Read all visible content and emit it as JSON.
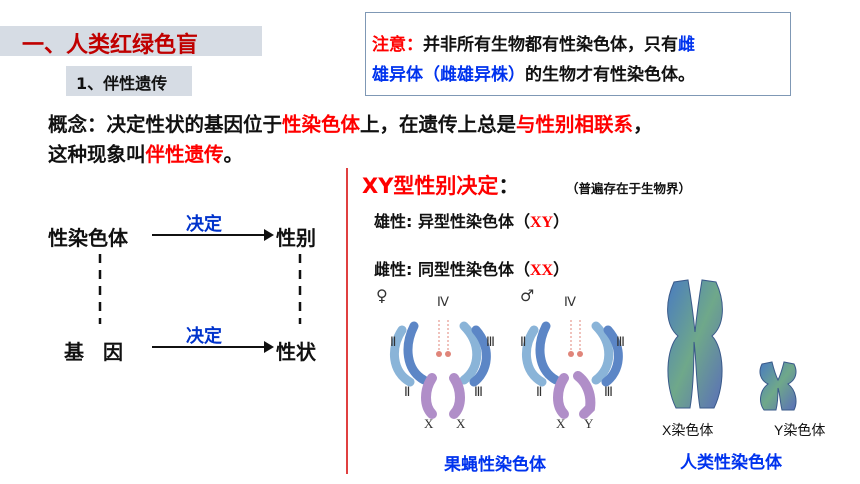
{
  "header": {
    "title": "一、人类红绿色盲",
    "subtitle": "1、伴性遗传"
  },
  "note": {
    "lead": "注意：",
    "text1": "并非所有生物都有性染色体，只有",
    "blue1": "雌",
    "blue2": "雄异体（雌雄异株）",
    "text2": "的生物才有性染色体。"
  },
  "concept": {
    "part1": "概念：决定性状的基因位于",
    "red1": "性染色体",
    "part2": "上，在遗传上总是",
    "red2": "与性别相联系",
    "part3": "，",
    "part4": "这种现象叫",
    "red3": "伴性遗传",
    "part5": "。"
  },
  "diagram": {
    "top_left": "性染色体",
    "top_right": "性别",
    "top_arrow": "决定",
    "bottom_left": "基  因",
    "bottom_right": "性状",
    "bottom_arrow": "决定"
  },
  "xy": {
    "title": "XY型性别决定",
    "colon": "：",
    "note": "（普遍存在于生物界）",
    "male_label": "雄性: 异型性染色体（",
    "male_code": "XY",
    "female_label": "雌性: 同型性染色体（",
    "female_code": "XX",
    "close": "）"
  },
  "figures": {
    "female_symbol": "♀",
    "male_symbol": "♂",
    "roman_iv": "Ⅳ",
    "roman_ii": "Ⅱ",
    "roman_iii": "Ⅲ",
    "female_x1": "X",
    "female_x2": "X",
    "male_x": "X",
    "male_y": "Y",
    "fly_caption": "果蝇性染色体",
    "human_x": "X染色体",
    "human_y": "Y染色体",
    "human_caption": "人类性染色体"
  },
  "colors": {
    "accent_red": "#ff0000",
    "title_red": "#c00000",
    "accent_blue": "#0033ee",
    "box_gray": "#d6dce4"
  }
}
